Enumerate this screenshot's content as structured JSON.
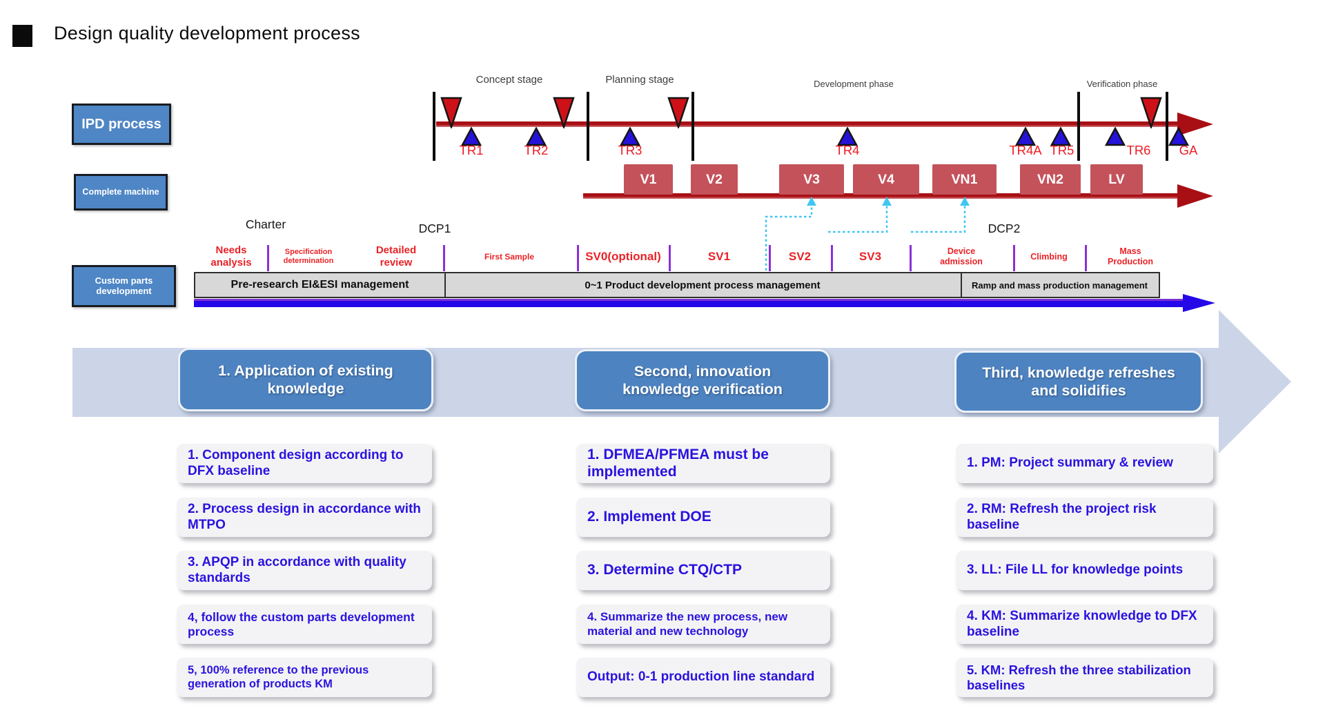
{
  "title": "Design quality development process",
  "side_labels": {
    "ipd": "IPD process",
    "machine": "Complete machine",
    "custom": "Custom parts development"
  },
  "ipd": {
    "phases": [
      "Concept stage",
      "Planning stage",
      "Development phase",
      "Verification phase"
    ],
    "markers": [
      "TR1",
      "TR2",
      "TR3",
      "TR4",
      "TR4A",
      "TR5",
      "TR6",
      "GA"
    ]
  },
  "machine": {
    "versions": [
      "V1",
      "V2",
      "V3",
      "V4",
      "VN1",
      "VN2",
      "LV"
    ]
  },
  "custom": {
    "milestones": [
      "Charter",
      "DCP1",
      "DCP2"
    ],
    "stages": [
      "Needs analysis",
      "Specification determination",
      "Detailed review",
      "First Sample",
      "SV0(optional)",
      "SV1",
      "SV2",
      "SV3",
      "Device admission",
      "Climbing",
      "Mass Production"
    ],
    "segments": [
      "Pre-research EI&ESI management",
      "0~1 Product development process management",
      "Ramp and mass production management"
    ]
  },
  "sections": [
    {
      "title": "1. Application of existing knowledge",
      "items": [
        "1. Component design according to DFX baseline",
        "2. Process design in accordance with MTPO",
        "3. APQP in accordance with quality standards",
        "4, follow the custom parts development process",
        "5, 100% reference to the previous generation of products KM"
      ]
    },
    {
      "title": "Second, innovation knowledge verification",
      "items": [
        "1. DFMEA/PFMEA must be implemented",
        "2. Implement DOE",
        "3. Determine CTQ/CTP",
        "4. Summarize the new process, new material and new technology",
        "Output: 0-1 production line standard"
      ]
    },
    {
      "title": "Third, knowledge refreshes and solidifies",
      "items": [
        "1. PM: Project summary & review",
        "2. RM: Refresh the project risk baseline",
        "3. LL: File LL for knowledge points",
        "4. KM: Summarize knowledge to DFX baseline",
        "5. KM: Refresh the three stabilization baselines"
      ]
    }
  ],
  "colors": {
    "title_text": "#0b0b0b",
    "side_box_blue": "#4f86c5",
    "timeline_red": "#a80f14",
    "triangle_red": "#ce1118",
    "triangle_blue": "#2513da",
    "marker_label_red": "#ee1b24",
    "version_box_red": "#c4525b",
    "stage_label_red": "#e92227",
    "tick_purple": "#8b2fd8",
    "gray_bar": "#d8d8d8",
    "blue_arrow": "#2408e8",
    "band_blue": "#ccd5e8",
    "header_blue": "#4d83c0",
    "item_bg": "#f3f3f5",
    "item_text_blue": "#2a12df",
    "connector_cyan": "#41c6f2"
  }
}
